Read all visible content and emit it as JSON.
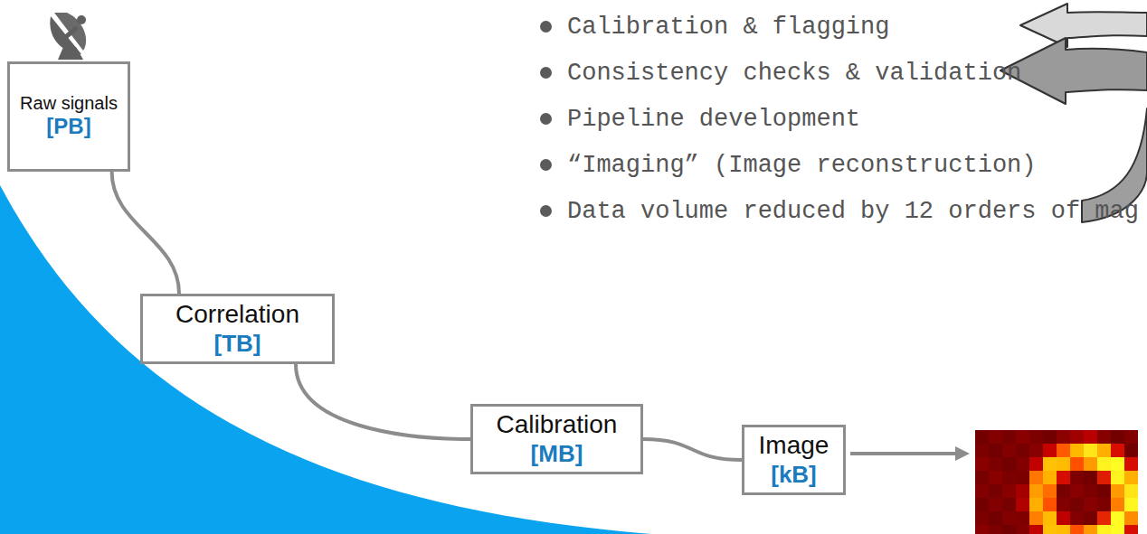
{
  "diagram": {
    "nodes": [
      {
        "text": [
          "Raw signals",
          "[PB]"
        ]
      },
      {
        "text": [
          "Correlation",
          "[TB]"
        ]
      },
      {
        "text": [
          "Calibration",
          "[MB]"
        ]
      },
      {
        "text": [
          "Image",
          "[kB]"
        ]
      }
    ],
    "edges": [
      {
        "from": 0,
        "to": 1,
        "arrow": "none"
      },
      {
        "from": 1,
        "to": 2,
        "arrow": "none"
      },
      {
        "from": 2,
        "to": 3,
        "arrow": "none"
      }
    ],
    "labels": [
      "Calibration & flagging",
      "Consistency checks & validation",
      "Pipeline development",
      "“Imaging” (Image reconstruction)",
      "Data volume reduced by 12 orders of mag"
    ]
  }
}
